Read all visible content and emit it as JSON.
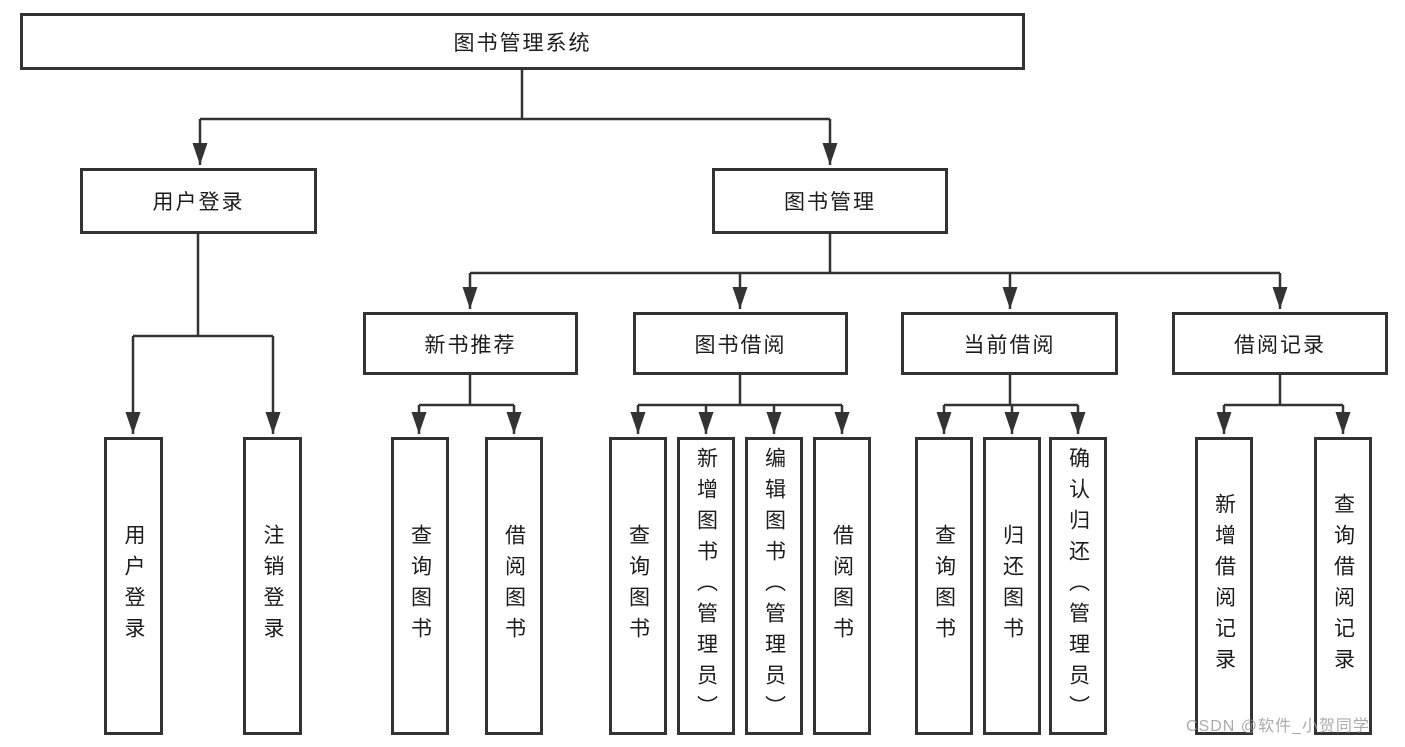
{
  "diagram": {
    "title": "图书管理系统",
    "branches": [
      {
        "label": "用户登录",
        "children": [
          "用户登录",
          "注销登录"
        ]
      },
      {
        "label": "图书管理",
        "children": [
          {
            "label": "新书推荐",
            "children": [
              "查询图书",
              "借阅图书"
            ]
          },
          {
            "label": "图书借阅",
            "children": [
              "查询图书",
              "新增图书（管理员）",
              "编辑图书（管理员）",
              "借阅图书"
            ]
          },
          {
            "label": "当前借阅",
            "children": [
              "查询图书",
              "归还图书",
              "确认归还（管理员）"
            ]
          },
          {
            "label": "借阅记录",
            "children": [
              "新增借阅记录",
              "查询借阅记录"
            ]
          }
        ]
      }
    ]
  },
  "watermark": "CSDN @软件_小贺同学",
  "colors": {
    "background": "#ffffff",
    "line": "#333333",
    "box_border": "#333333",
    "text": "#1c1c1c",
    "watermark": "#969696"
  }
}
